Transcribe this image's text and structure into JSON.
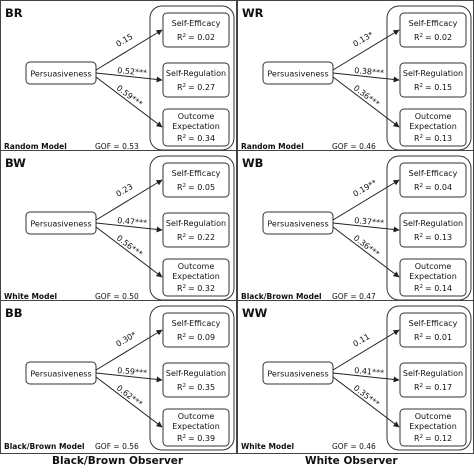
{
  "labels": {
    "source": "Persuasiveness",
    "self_efficacy": "Self-Efficacy",
    "self_regulation": "Self-Regulation",
    "outcome_1": "Outcome",
    "outcome_2": "Expectation",
    "r2_prefix": "R",
    "r2_sup": "2"
  },
  "panels": [
    {
      "code": "BR",
      "model": "Random Model",
      "gof": "GOF = 0.53",
      "paths": [
        "0.15",
        "0.52***",
        "0.59***"
      ],
      "r2": [
        "= 0.02",
        "= 0.27",
        "= 0.34"
      ]
    },
    {
      "code": "WR",
      "model": "Random Model",
      "gof": "GOF = 0.46",
      "paths": [
        "0.13*",
        "0.38***",
        "0.36***"
      ],
      "r2": [
        "= 0.02",
        "= 0.15",
        "= 0.13"
      ]
    },
    {
      "code": "BW",
      "model": "White Model",
      "gof": "GOF = 0.50",
      "paths": [
        "0.23",
        "0.47***",
        "0.56***"
      ],
      "r2": [
        "= 0.05",
        "= 0.22",
        "= 0.32"
      ]
    },
    {
      "code": "WB",
      "model": "Black/Brown Model",
      "gof": "GOF = 0.47",
      "paths": [
        "0.19**",
        "0.37***",
        "0.36***"
      ],
      "r2": [
        "= 0.04",
        "= 0.13",
        "= 0.14"
      ]
    },
    {
      "code": "BB",
      "model": "Black/Brown Model",
      "gof": "GOF = 0.56",
      "paths": [
        "0.30*",
        "0.59***",
        "0.62***"
      ],
      "r2": [
        "= 0.09",
        "= 0.35",
        "= 0.39"
      ]
    },
    {
      "code": "WW",
      "model": "White Model",
      "gof": "GOF = 0.46",
      "paths": [
        "0.11",
        "0.41***",
        "0.35***"
      ],
      "r2": [
        "= 0.01",
        "= 0.17",
        "= 0.12"
      ]
    }
  ],
  "observers": {
    "left": "Black/Brown Observer",
    "right": "White Observer"
  }
}
